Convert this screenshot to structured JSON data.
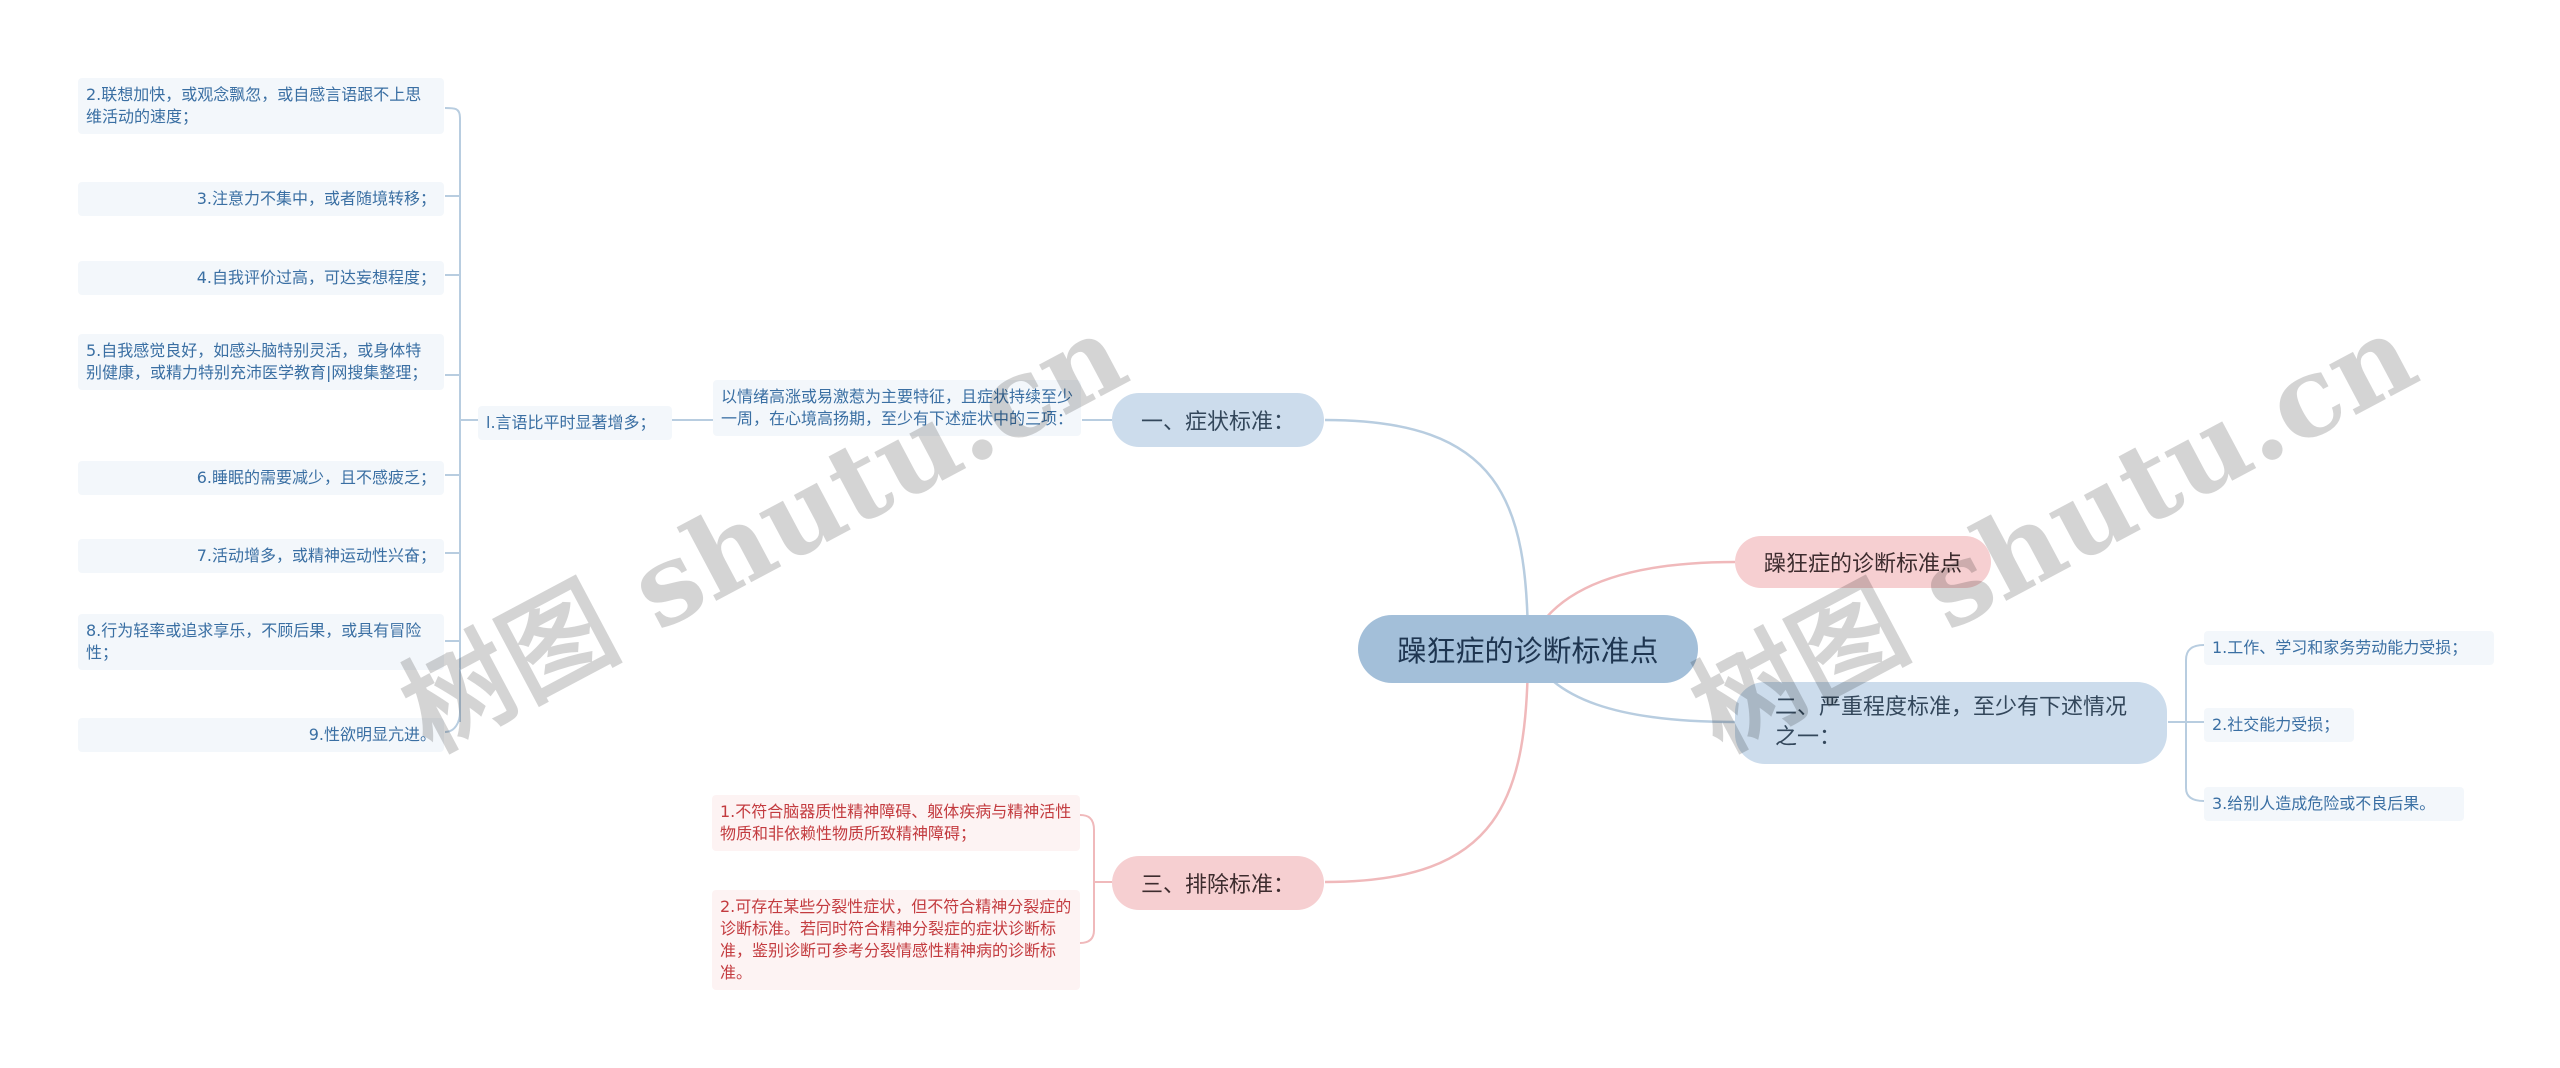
{
  "root": "躁狂症的诊断标准点",
  "branches": {
    "title_tag": "躁狂症的诊断标准点",
    "symptom": {
      "label": "一、症状标准：",
      "intro": "以情绪高涨或易激惹为主要特征，且症状持续至少一周，在心境高扬期，至少有下述症状中的三项：",
      "sub": "l.言语比平时显著增多；",
      "items": [
        "2.联想加快，或观念飘忽，或自感言语跟不上思维活动的速度；",
        "3.注意力不集中，或者随境转移；",
        "4.自我评价过高，可达妄想程度；",
        "5.自我感觉良好，如感头脑特别灵活，或身体特别健康，或精力特别充沛医学教育|网搜集整理；",
        "6.睡眠的需要减少，且不感疲乏；",
        "7.活动增多，或精神运动性兴奋；",
        "8.行为轻率或追求享乐，不顾后果，或具有冒险性；",
        "9.性欲明显亢进。"
      ]
    },
    "severity": {
      "label": "二、严重程度标准，至少有下述情况之一：",
      "items": [
        "1.工作、学习和家务劳动能力受损；",
        "2.社交能力受损；",
        "3.给别人造成危险或不良后果。"
      ]
    },
    "exclusion": {
      "label": "三、排除标准：",
      "items": [
        "1.不符合脑器质性精神障碍、躯体疾病与精神活性物质和非依赖性物质所致精神障碍；",
        "2.可存在某些分裂性症状，但不符合精神分裂症的诊断标准。若同时符合精神分裂症的症状诊断标准，鉴别诊断可参考分裂情感性精神病的诊断标准。"
      ]
    }
  },
  "watermarks": [
    "树图 shutu.cn",
    "树图 shutu.cn"
  ],
  "colors": {
    "center_bg": "#a3bfd9",
    "blue_branch_bg": "#ccdcec",
    "pink_branch_bg": "#f6cfd1",
    "blue_link": "#b8cde0",
    "pink_link": "#f0b9bb",
    "blue_text": "#3a6fa3",
    "red_text": "#c33b3f"
  }
}
